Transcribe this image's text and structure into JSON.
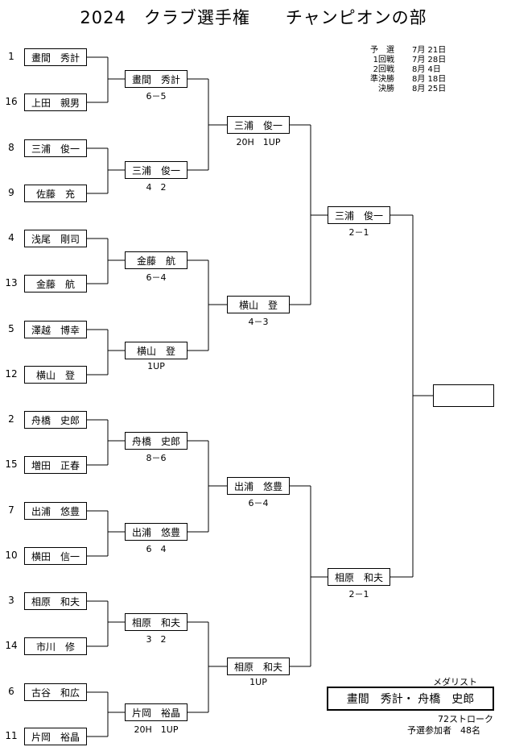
{
  "title": "2024　クラブ選手権　　チャンピオンの部",
  "schedule": [
    {
      "label": "予　選",
      "date": "7月 21日"
    },
    {
      "label": "1回戦",
      "date": "7月 28日"
    },
    {
      "label": "2回戦",
      "date": "8月 4日"
    },
    {
      "label": "準決勝",
      "date": "8月 18日"
    },
    {
      "label": "決勝",
      "date": "8月 25日"
    }
  ],
  "round1": [
    {
      "seed": "1",
      "name": "畫間　秀計"
    },
    {
      "seed": "16",
      "name": "上田　親男"
    },
    {
      "seed": "8",
      "name": "三浦　俊一"
    },
    {
      "seed": "9",
      "name": "佐藤　充"
    },
    {
      "seed": "4",
      "name": "浅尾　剛司"
    },
    {
      "seed": "13",
      "name": "金藤　航"
    },
    {
      "seed": "5",
      "name": "澤越　博幸"
    },
    {
      "seed": "12",
      "name": "横山　登"
    },
    {
      "seed": "2",
      "name": "舟橋　史郎"
    },
    {
      "seed": "15",
      "name": "増田　正春"
    },
    {
      "seed": "7",
      "name": "出浦　悠豊"
    },
    {
      "seed": "10",
      "name": "横田　信一"
    },
    {
      "seed": "3",
      "name": "相原　和夫"
    },
    {
      "seed": "14",
      "name": "市川　修"
    },
    {
      "seed": "6",
      "name": "古谷　和広"
    },
    {
      "seed": "11",
      "name": "片岡　裕晶"
    }
  ],
  "round2": [
    {
      "name": "畫間　秀計",
      "score": "6－5"
    },
    {
      "name": "三浦　俊一",
      "score": "4　2"
    },
    {
      "name": "金藤　航",
      "score": "6－4"
    },
    {
      "name": "横山　登",
      "score": "1UP"
    },
    {
      "name": "舟橋　史郎",
      "score": "8－6"
    },
    {
      "name": "出浦　悠豊",
      "score": "6　4"
    },
    {
      "name": "相原　和夫",
      "score": "3　2"
    },
    {
      "name": "片岡　裕晶",
      "score": "20H　1UP"
    }
  ],
  "round3": [
    {
      "name": "三浦　俊一",
      "score": "20H　1UP"
    },
    {
      "name": "横山　登",
      "score": "4－3"
    },
    {
      "name": "出浦　悠豊",
      "score": "6－4"
    },
    {
      "name": "相原　和夫",
      "score": "1UP"
    }
  ],
  "semifinal": [
    {
      "name": "三浦　俊一",
      "score": "2－1"
    },
    {
      "name": "相原　和夫",
      "score": "2－1"
    }
  ],
  "final": {
    "name": ""
  },
  "medalist": {
    "label": "メダリスト",
    "names": "畫間　秀計・ 舟橋　史郎",
    "stroke": "72ストローク",
    "participants": "予選参加者　48名"
  }
}
